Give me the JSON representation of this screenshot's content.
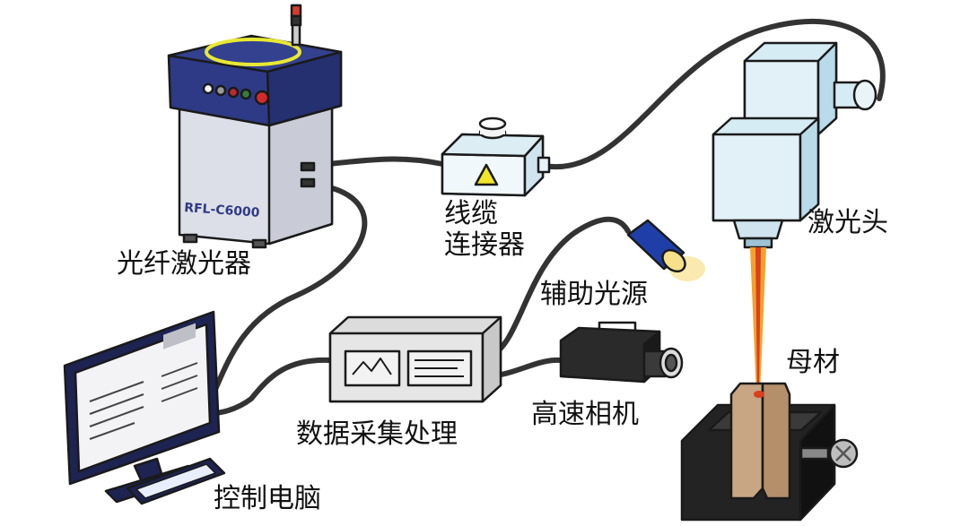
{
  "labels": {
    "fiber_laser": "光纤激光器",
    "connector_line1": "线缆",
    "connector_line2": "连接器",
    "laser_head": "激光头",
    "aux_light": "辅助光源",
    "base_material": "母材",
    "high_speed_camera": "高速相机",
    "daq": "数据采集处理",
    "control_pc": "控制电脑"
  },
  "device_model": "RFL-C6000",
  "colors": {
    "laser_body": "#dcdfe7",
    "laser_top": "#2e3a86",
    "laser_ring": "#e9e833",
    "head_light": "#d6ecf4",
    "head_mid": "#b9dbe9",
    "connector_box": "#e6f2f8",
    "warning_triangle": "#f2e62a",
    "aux_blue": "#1f3ea8",
    "beam_red": "#d8401e",
    "beam_orange": "#f4a12c",
    "workpiece": "#c8a683",
    "clamp": "#232323",
    "monitor_frame": "#1d2452",
    "screen": "#f3f3f6",
    "daq_box": "#dcdcdc",
    "camera_body": "#2a2a2a",
    "cable": "#333333"
  }
}
